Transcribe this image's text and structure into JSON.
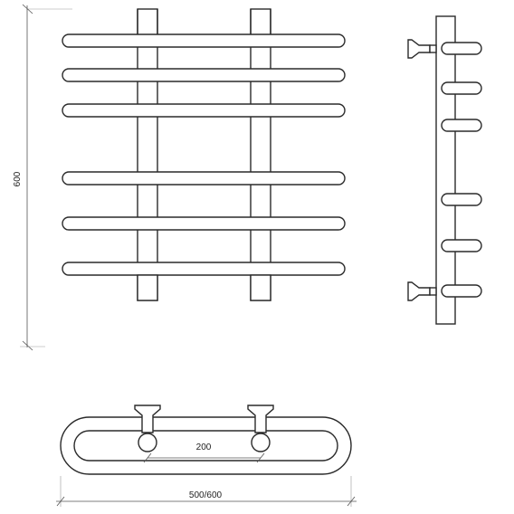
{
  "dimensions": {
    "height_label": "600",
    "width_label": "500/600",
    "spacing_label": "200"
  },
  "colors": {
    "stroke": "#2a2a2a",
    "background": "#ffffff"
  }
}
